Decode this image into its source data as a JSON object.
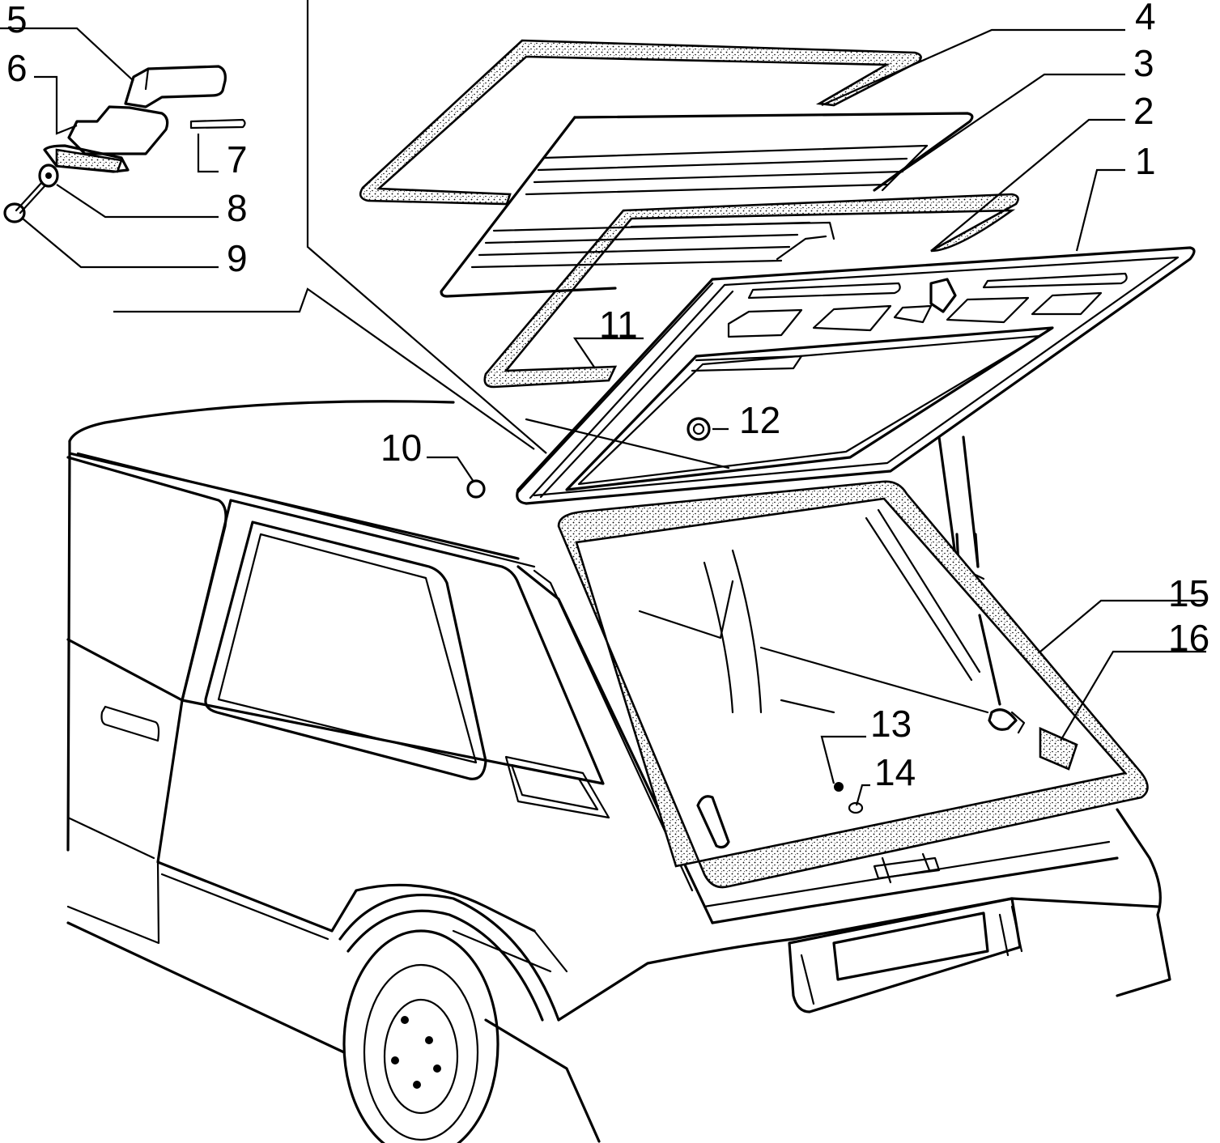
{
  "diagram": {
    "callouts": {
      "c1": "1",
      "c2": "2",
      "c3": "3",
      "c4": "4",
      "c5": "5",
      "c6": "6",
      "c7": "7",
      "c8": "8",
      "c9": "9",
      "c10": "10",
      "c11": "11",
      "c12": "12",
      "c13": "13",
      "c14": "14",
      "c15": "15",
      "c16": "16"
    }
  }
}
